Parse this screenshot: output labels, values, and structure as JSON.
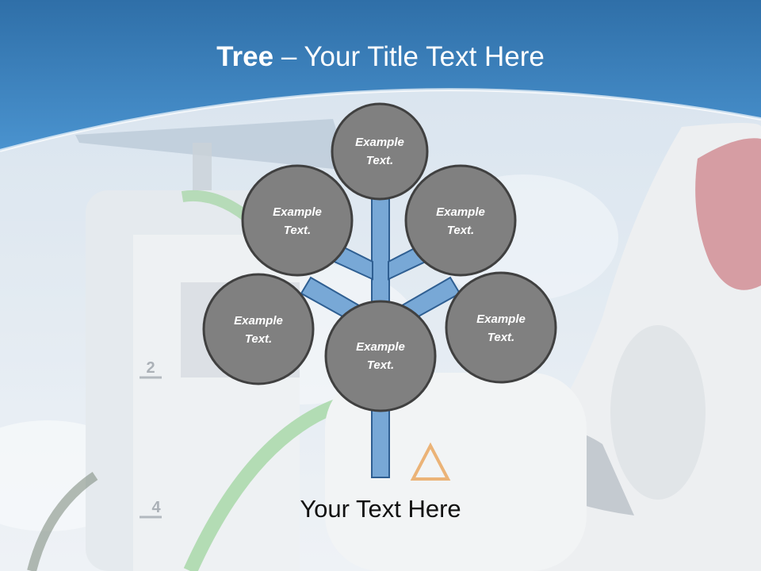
{
  "slide": {
    "title_bold": "Tree",
    "title_rest": " – Your Title Text Here",
    "nodes": [
      {
        "line1": "Example",
        "line2": "Text."
      },
      {
        "line1": "Example",
        "line2": "Text."
      },
      {
        "line1": "Example",
        "line2": "Text."
      },
      {
        "line1": "Example",
        "line2": "Text."
      },
      {
        "line1": "Example",
        "line2": "Text."
      },
      {
        "line1": "Example",
        "line2": "Text."
      }
    ],
    "background_labels": [
      "2",
      "4"
    ],
    "caption": "Your Text Here"
  },
  "colors": {
    "header_blue": "#3f83bf",
    "node_fill": "#808080",
    "node_stroke": "#404040",
    "branch_blue": "#78a8d6",
    "branch_stroke": "#2f5f92"
  }
}
